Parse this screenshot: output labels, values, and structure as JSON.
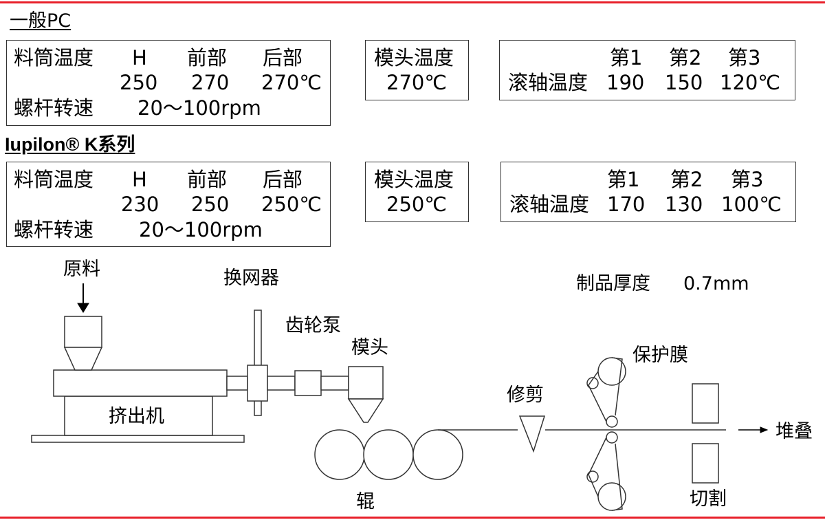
{
  "section1": {
    "title": "一般PC",
    "barrel": {
      "label": "料筒温度",
      "zone_h": "H",
      "zone_front": "前部",
      "zone_rear": "后部",
      "val_h": "250",
      "val_front": "270",
      "val_rear": "270℃",
      "screw_label": "螺杆转速",
      "screw_value": "20～100rpm"
    },
    "die": {
      "label": "模头温度",
      "value": "270℃"
    },
    "roll": {
      "label": "滚轴温度",
      "h1": "第1",
      "h2": "第2",
      "h3": "第3",
      "v1": "190",
      "v2": "150",
      "v3": "120℃"
    }
  },
  "section2": {
    "title": "Iupilon® K系列",
    "barrel": {
      "label": "料筒温度",
      "zone_h": "H",
      "zone_front": "前部",
      "zone_rear": "后部",
      "val_h": "230",
      "val_front": "250",
      "val_rear": "250℃",
      "screw_label": "螺杆转速",
      "screw_value": "20～100rpm"
    },
    "die": {
      "label": "模头温度",
      "value": "250℃"
    },
    "roll": {
      "label": "滚轴温度",
      "h1": "第1",
      "h2": "第2",
      "h3": "第3",
      "v1": "170",
      "v2": "130",
      "v3": "100℃"
    }
  },
  "diagram": {
    "raw_material": "原料",
    "screen_changer": "换网器",
    "gear_pump": "齿轮泵",
    "die": "模头",
    "extruder": "挤出机",
    "rolls": "辊",
    "trim": "修剪",
    "protective_film": "保护膜",
    "cut": "切割",
    "stack": "堆叠",
    "thickness_label": "制品厚度",
    "thickness_value": "0.7mm"
  },
  "colors": {
    "accent": "#e8202a",
    "line": "#333333"
  }
}
